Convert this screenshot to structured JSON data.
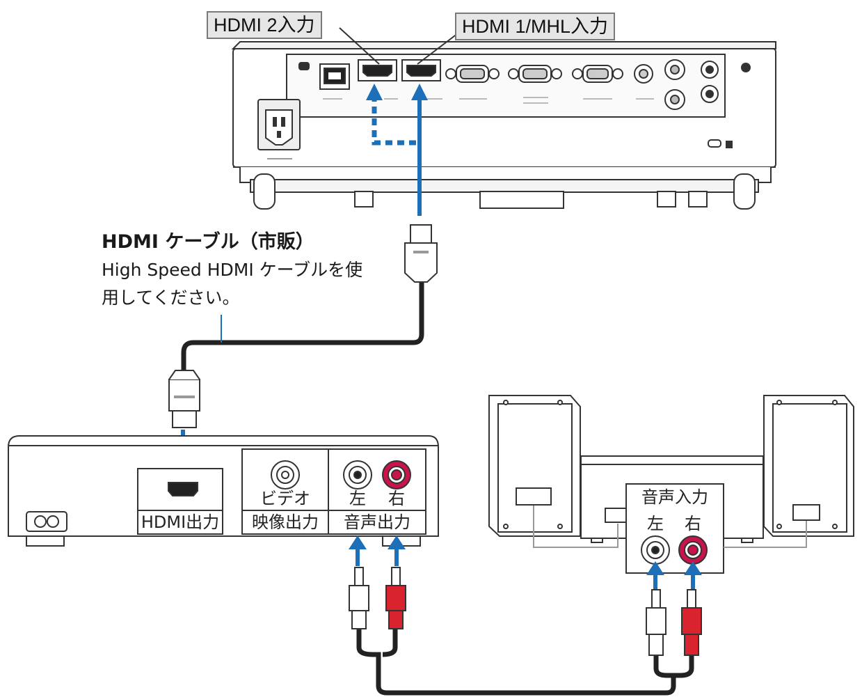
{
  "callouts": {
    "hdmi2_input": "HDMI 2入力",
    "hdmi1_mhl_input": "HDMI 1/MHL入力"
  },
  "cable_note": {
    "title": "HDMI ケーブル（市販）",
    "body": "High Speed HDMI ケーブルを使用してください。"
  },
  "player": {
    "hdmi_out": "HDMI出力",
    "video": "ビデオ",
    "video_out": "映像出力",
    "left": "左",
    "right": "右",
    "audio_out": "音声出力"
  },
  "speakers": {
    "audio_in": "音声入力",
    "left": "左",
    "right": "右"
  },
  "colors": {
    "arrow_blue": "#1d6fb8",
    "rca_red": "#d9232e",
    "rca_jack_red": "#c8144a",
    "outline": "#333333"
  }
}
